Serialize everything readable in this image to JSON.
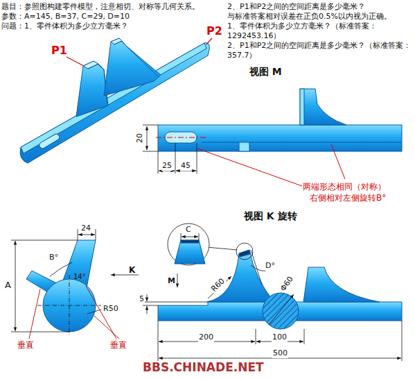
{
  "diagram": {
    "title": "题目：参照图构建零件模型，注意相切、对称等几何关系。",
    "labels": [
      "参数：A=145, B=37, C=29, D=10",
      "问题：1、零件体积为多少立方毫米？",
      "2、P1和P2之间的空间距离是多少毫米？",
      "与标准答案相对误差在正负0.5%以内视为正确。",
      "1、零件体积为多少立方毫米？（标准答案：1292453.16）",
      "2、P1和P2之间的空间距离是多少毫米？（标准答案：357.7）",
      "P1",
      "P2",
      "视图 M",
      "20",
      "25",
      "45",
      "两端形态相同（对称）",
      "右侧相对左侧旋转B°",
      "视图 K 旋转",
      "C",
      "D°",
      "R60",
      "Φ60",
      "5",
      "M",
      "200",
      "100",
      "500",
      "24",
      "B°",
      "14°",
      "K",
      "R50",
      "A",
      "垂直",
      "垂直",
      "BBS.CHINADE.NET"
    ]
  }
}
